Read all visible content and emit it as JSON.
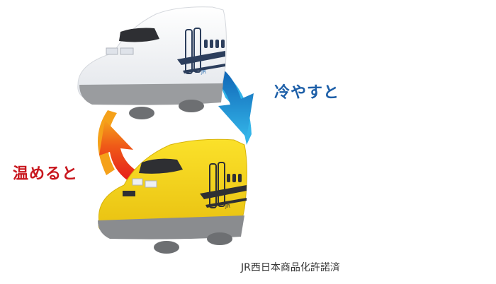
{
  "labels": {
    "cool": "冷やすと",
    "warm": "温めると"
  },
  "credit": "JR西日本商品化許諾済",
  "colors": {
    "cool_text": "#1d5fa8",
    "warm_text": "#c8171e",
    "cool_arrow_dark": "#0b5cb0",
    "cool_arrow_light": "#33b4e8",
    "warm_arrow_dark": "#e5151b",
    "warm_arrow_light": "#f5a11a",
    "train_white": "#f4f5f7",
    "train_yellow": "#f5d21c",
    "stripe_navy": "#2c3e5c",
    "base_gray": "#8a8c8f"
  },
  "trains": [
    {
      "name": "white-shinkansen",
      "logo": "JR"
    },
    {
      "name": "yellow-shinkansen",
      "logo": "JR"
    }
  ]
}
